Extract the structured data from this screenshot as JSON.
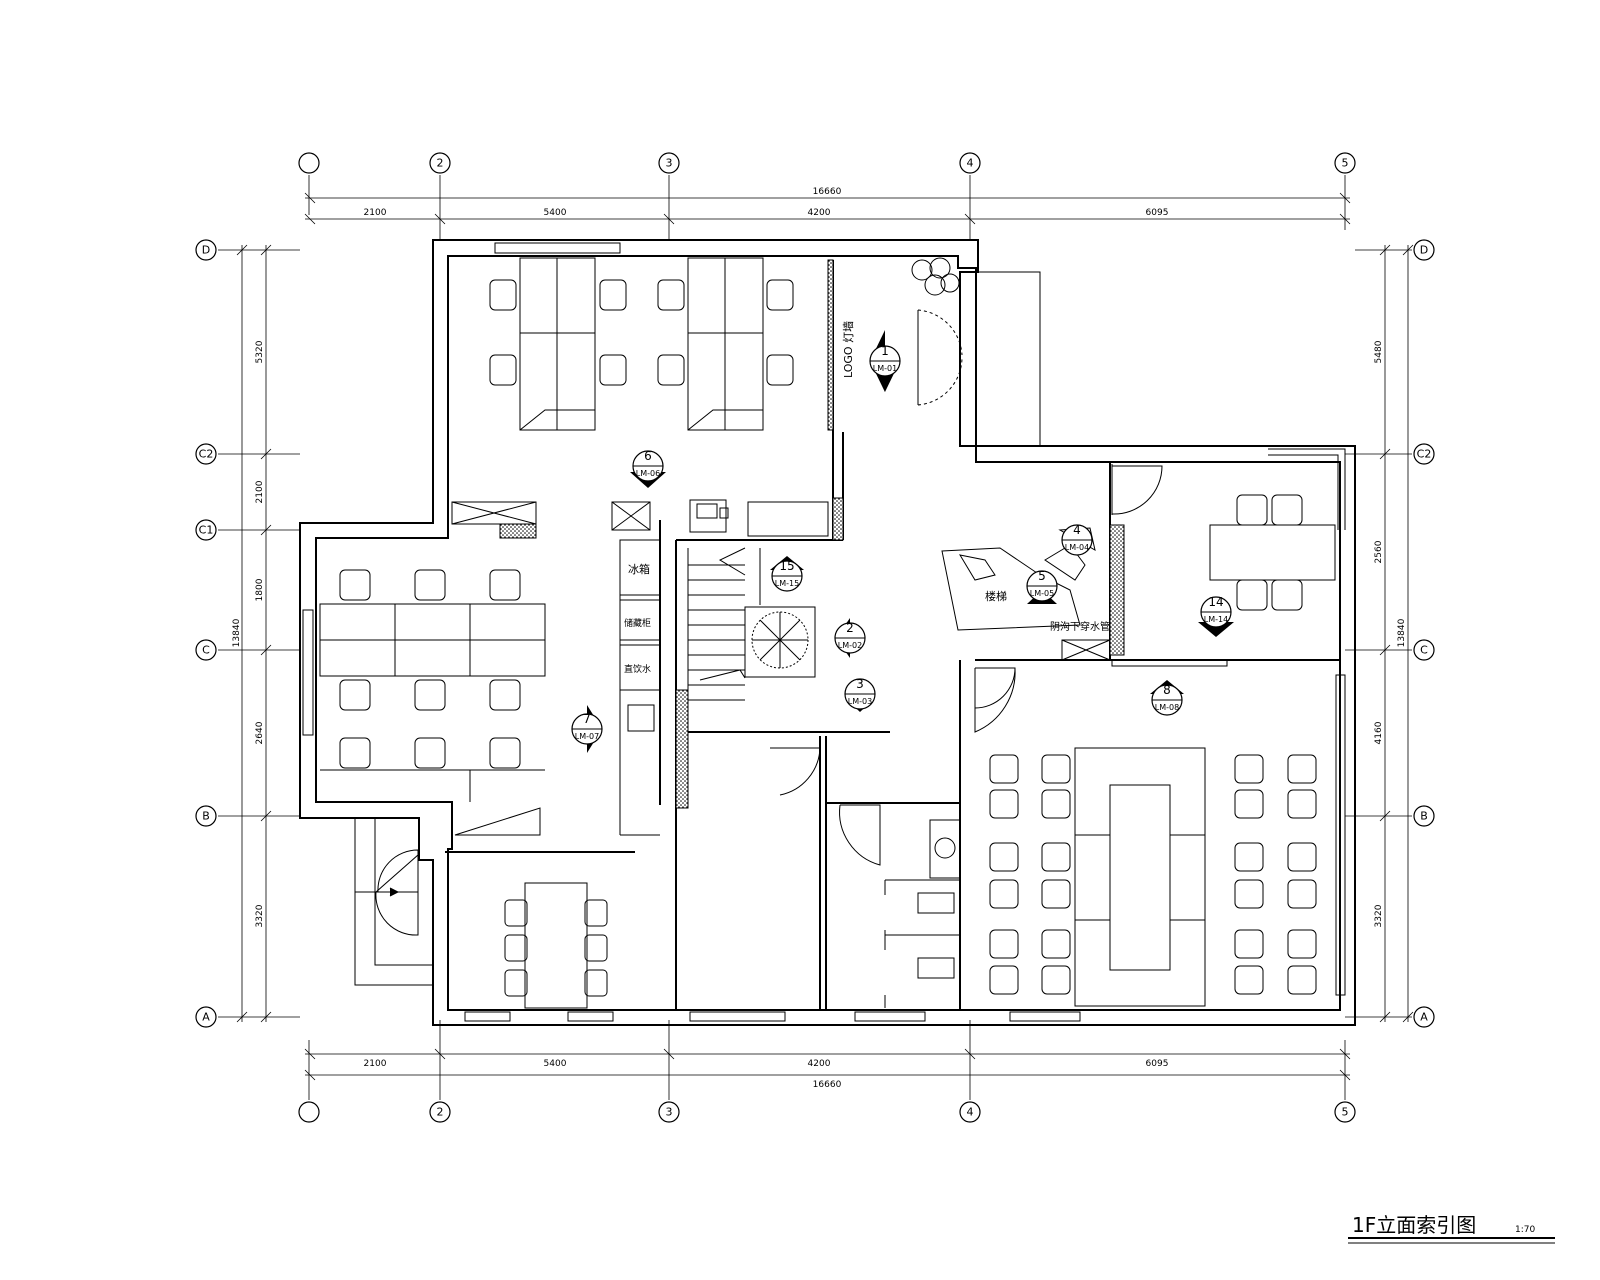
{
  "drawing": {
    "title": "1F立面索引图",
    "scale": "1:70"
  },
  "grid": {
    "top": [
      "",
      "2",
      "3",
      "4",
      "5"
    ],
    "bottom": [
      "",
      "2",
      "3",
      "4",
      "5"
    ],
    "left": [
      "D",
      "C2",
      "C1",
      "C",
      "B",
      "A"
    ],
    "right": [
      "D",
      "C2",
      "C",
      "B",
      "A"
    ]
  },
  "dimensions": {
    "top_total": "16660",
    "top": [
      "2100",
      "5400",
      "4200",
      "6095"
    ],
    "bottom": [
      "2100",
      "5400",
      "4200",
      "6095"
    ],
    "bottom_total": "16660",
    "left": [
      "5320",
      "2100",
      "1800",
      "2640",
      "3320"
    ],
    "left_total": "13840",
    "right": [
      "5480",
      "2560",
      "4160",
      "3320"
    ],
    "right_total": "13840"
  },
  "index_markers": [
    {
      "num": "1",
      "ref": "LM-01"
    },
    {
      "num": "2",
      "ref": "LM-02"
    },
    {
      "num": "3",
      "ref": "LM-03"
    },
    {
      "num": "4",
      "ref": "LM-04"
    },
    {
      "num": "5",
      "ref": "LM-05"
    },
    {
      "num": "6",
      "ref": "LM-06"
    },
    {
      "num": "7",
      "ref": "LM-07"
    },
    {
      "num": "8",
      "ref": "LM-08"
    },
    {
      "num": "14",
      "ref": "LM-14"
    },
    {
      "num": "15",
      "ref": "LM-15"
    }
  ],
  "labels": {
    "logo_wall": "LOGO 灯墙",
    "cabinet_1": "冰箱",
    "cabinet_2": "储藏柜",
    "cabinet_3": "直饮水",
    "stair": "楼梯",
    "stair_note": "阴沟下穿水管"
  }
}
